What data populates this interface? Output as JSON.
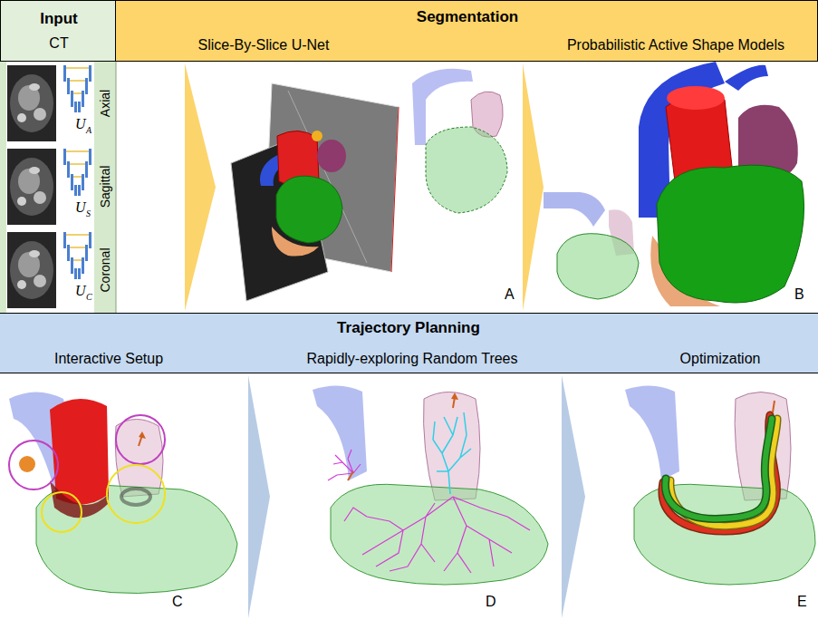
{
  "diagram": {
    "nodes": [
      {
        "text": [
          "Input",
          "CT"
        ]
      },
      {
        "text": [
          "Segmentation",
          "Slice-By-Slice U-Net",
          "Probabilistic Active Shape Models"
        ]
      },
      {
        "text": [
          "Axial",
          "U",
          "A"
        ]
      },
      {
        "text": [
          "Sagittal",
          "U",
          "S"
        ]
      },
      {
        "text": [
          "Coronal",
          "U",
          "C"
        ]
      },
      {
        "text": [
          "A"
        ]
      },
      {
        "text": [
          "B"
        ]
      },
      {
        "text": [
          "Trajectory Planning",
          "Interactive Setup",
          "Rapidly-exploring Random Trees",
          "Optimization"
        ]
      },
      {
        "text": [
          "C"
        ]
      },
      {
        "text": [
          "D"
        ]
      },
      {
        "text": [
          "E"
        ]
      }
    ],
    "edges": [
      {
        "from": 3,
        "to": 5,
        "arrow": "to"
      },
      {
        "from": 5,
        "to": 6,
        "arrow": "to"
      },
      {
        "from": 8,
        "to": 9,
        "arrow": "to"
      },
      {
        "from": 9,
        "to": 10,
        "arrow": "to"
      }
    ]
  }
}
